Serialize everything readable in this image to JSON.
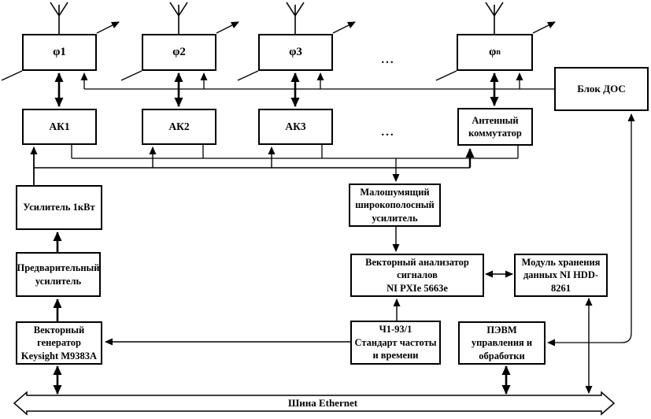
{
  "diagram": {
    "phi": [
      {
        "base": "φ1",
        "sub": ""
      },
      {
        "base": "φ2",
        "sub": ""
      },
      {
        "base": "φ3",
        "sub": ""
      },
      {
        "base": "φ",
        "sub": "n"
      }
    ],
    "ak": [
      {
        "label": "АК1"
      },
      {
        "label": "АК2"
      },
      {
        "label": "АК3"
      }
    ],
    "antenna_switch": "Антенный\nкоммутатор",
    "dos_block": "Блок ДОС",
    "amplifier_1kw": "Усилитель 1кВт",
    "preamplifier": "Предварительный\nусилитель",
    "vector_generator": "Векторный\nгенератор\nKeysight M9383A",
    "lna": "Малошумящий\nширокополосный\nусилитель",
    "vector_analyzer": "Векторный анализатор\nсигналов\nNI PXIe 5663e",
    "storage_module": "Модуль хранения\nданных NI HDD-\n8261",
    "frequency_standard": "Ч1-93/1\nСтандарт частоты\nи времени",
    "control_pc": "ПЭВМ\nуправления и\nобработки",
    "ethernet_bus_label": "Шина Ethernet",
    "ellipsis_top": "...",
    "ellipsis_bottom": "..."
  }
}
